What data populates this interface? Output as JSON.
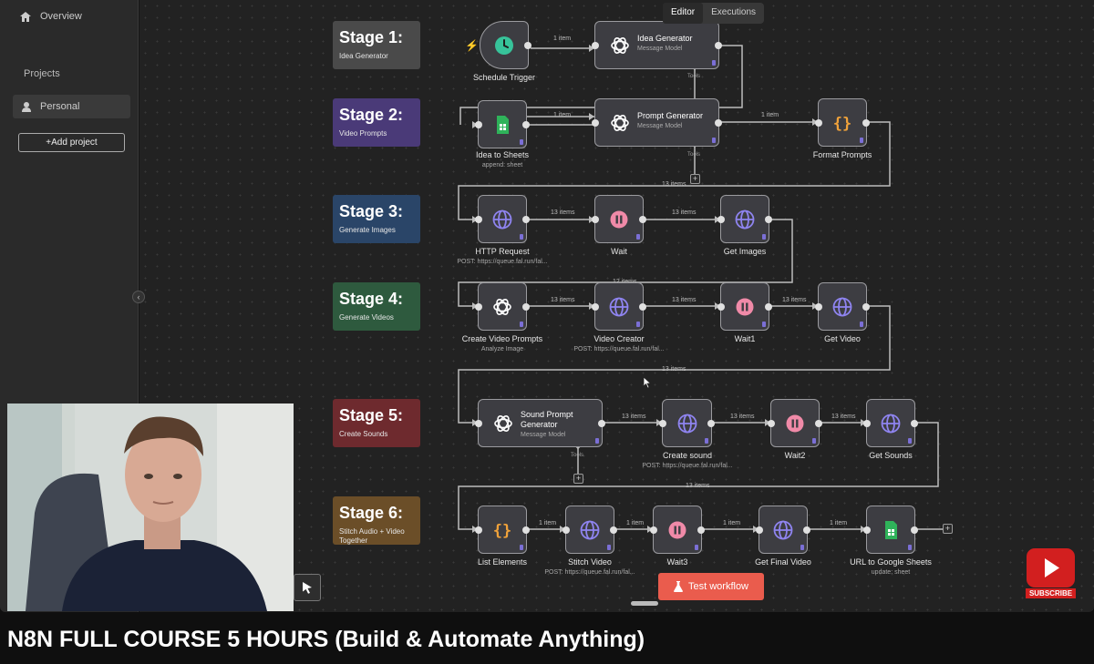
{
  "sidebar": {
    "overview": "Overview",
    "projects": "Projects",
    "personal": "Personal",
    "add_project": "+Add project"
  },
  "tabs": {
    "editor": "Editor",
    "executions": "Executions"
  },
  "stages": [
    {
      "title": "Stage 1:",
      "subtitle": "Idea Generator",
      "color": "#4a4a4a"
    },
    {
      "title": "Stage 2:",
      "subtitle": "Video Prompts",
      "color": "#4a3a78"
    },
    {
      "title": "Stage 3:",
      "subtitle": "Generate Images",
      "color": "#2a4568"
    },
    {
      "title": "Stage 4:",
      "subtitle": "Generate Videos",
      "color": "#2e5a3e"
    },
    {
      "title": "Stage 5:",
      "subtitle": "Create Sounds",
      "color": "#6e2a2e"
    },
    {
      "title": "Stage 6:",
      "subtitle": "Stitch Audio + Video Together",
      "color": "#6b4e28"
    }
  ],
  "nodes": {
    "schedule_trigger": {
      "label": "Schedule Trigger",
      "icon": "clock-icon"
    },
    "idea_generator": {
      "title": "Idea Generator",
      "sub": "Message Model",
      "icon": "openai-icon"
    },
    "idea_to_sheets": {
      "label": "Idea to Sheets",
      "sub": "append: sheet",
      "icon": "sheets-icon"
    },
    "prompt_generator": {
      "title": "Prompt Generator",
      "sub": "Message Model",
      "icon": "openai-icon"
    },
    "format_prompts": {
      "label": "Format Prompts",
      "icon": "code-braces-icon"
    },
    "http_request": {
      "label": "HTTP Request",
      "sub": "POST: https://queue.fal.run/fal...",
      "icon": "globe-icon"
    },
    "wait": {
      "label": "Wait",
      "icon": "pause-icon"
    },
    "get_images": {
      "label": "Get Images",
      "icon": "globe-icon"
    },
    "create_video_prompts": {
      "label": "Create Video Prompts",
      "sub": "Analyze Image",
      "icon": "openai-icon"
    },
    "video_creator": {
      "label": "Video Creator",
      "sub": "POST: https://queue.fal.run/fal...",
      "icon": "globe-icon"
    },
    "wait1": {
      "label": "Wait1",
      "icon": "pause-icon"
    },
    "get_video": {
      "label": "Get Video",
      "icon": "globe-icon"
    },
    "sound_prompt_generator": {
      "title": "Sound Prompt Generator",
      "sub": "Message Model",
      "icon": "openai-icon"
    },
    "create_sound": {
      "label": "Create sound",
      "sub": "POST: https://queue.fal.run/fal...",
      "icon": "globe-icon"
    },
    "wait2": {
      "label": "Wait2",
      "icon": "pause-icon"
    },
    "get_sounds": {
      "label": "Get Sounds",
      "icon": "globe-icon"
    },
    "list_elements": {
      "label": "List Elements",
      "icon": "code-braces-icon"
    },
    "stitch_video": {
      "label": "Stitch Video",
      "sub": "POST: https://queue.fal.run/fal...",
      "icon": "globe-icon"
    },
    "wait3": {
      "label": "Wait3",
      "icon": "pause-icon"
    },
    "get_final_video": {
      "label": "Get Final Video",
      "icon": "globe-icon"
    },
    "url_to_sheets": {
      "label": "URL to Google Sheets",
      "sub": "update: sheet",
      "icon": "sheets-icon"
    }
  },
  "edges": {
    "one_item": "1 item",
    "thirteen_items": "13 items",
    "twelve_items": "12 items",
    "tools": "Tools"
  },
  "test_workflow": "Test workflow",
  "subscribe": "SUBSCRIBE",
  "video_title": "N8N FULL COURSE 5 HOURS (Build & Automate Anything)",
  "colors": {
    "accent": "#ea5c4d",
    "globe": "#8f84f0",
    "pause": "#f08aa8",
    "code": "#f0a23a",
    "sheets": "#2fb35a",
    "clock": "#37c39a"
  }
}
